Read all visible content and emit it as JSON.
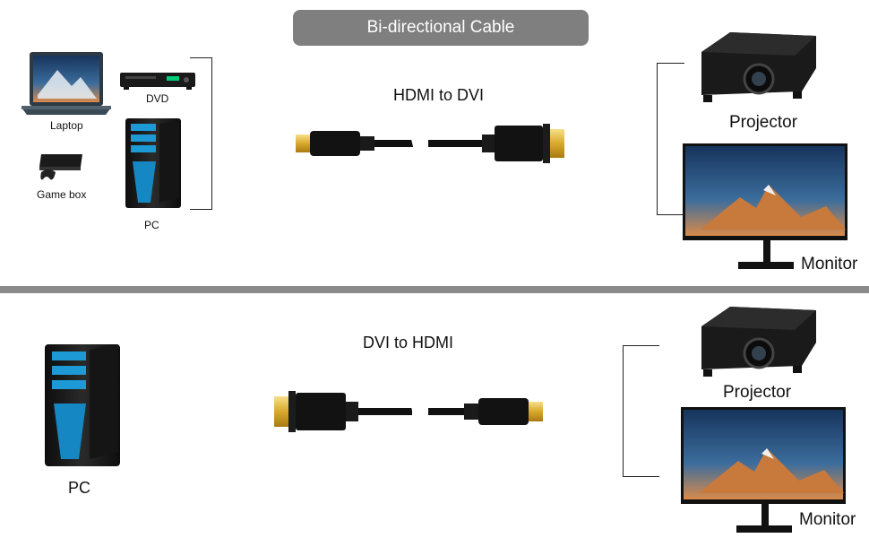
{
  "banner": {
    "title": "Bi-directional Cable"
  },
  "top": {
    "cable_label": "HDMI to DVI",
    "sources": {
      "laptop": "Laptop",
      "dvd": "DVD",
      "game_box": "Game box",
      "pc": "PC"
    },
    "displays": {
      "projector": "Projector",
      "monitor": "Monitor"
    }
  },
  "bottom": {
    "cable_label": "DVI to HDMI",
    "sources": {
      "pc": "PC"
    },
    "displays": {
      "projector": "Projector",
      "monitor": "Monitor"
    }
  }
}
